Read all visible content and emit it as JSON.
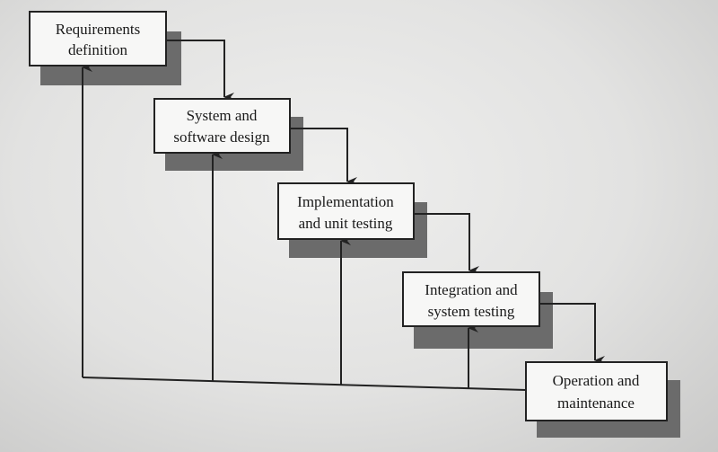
{
  "diagram": {
    "title": "Waterfall model",
    "stages": [
      {
        "line1": "Requirements",
        "line2": "definition"
      },
      {
        "line1": "System and",
        "line2": "software design"
      },
      {
        "line1": "Implementation",
        "line2": "and unit testing"
      },
      {
        "line1": "Integration and",
        "line2": "system testing"
      },
      {
        "line1": "Operation and",
        "line2": "maintenance"
      }
    ]
  }
}
